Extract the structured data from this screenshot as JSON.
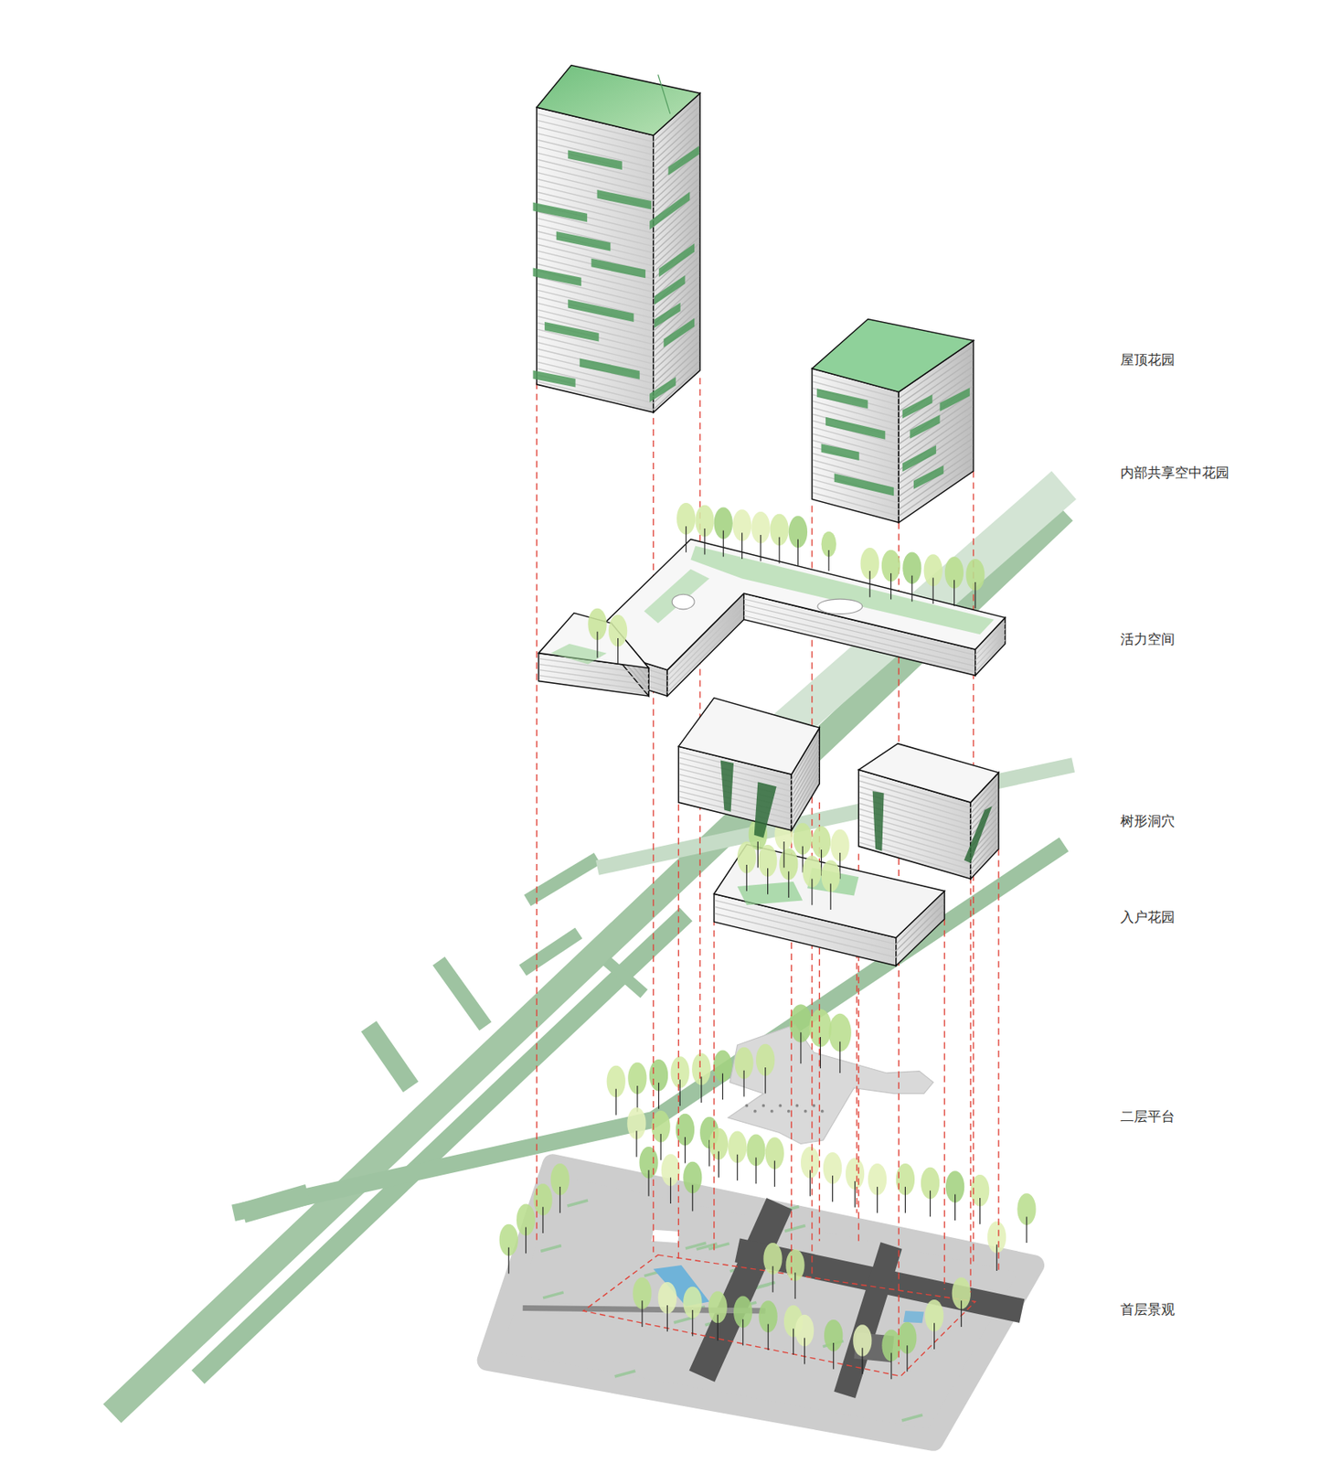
{
  "diagram": {
    "labels": [
      "屋顶花园",
      "内部共享空中花园",
      "活力空间",
      "树形洞穴",
      "入户花园",
      "二层平台",
      "首层景观"
    ]
  }
}
